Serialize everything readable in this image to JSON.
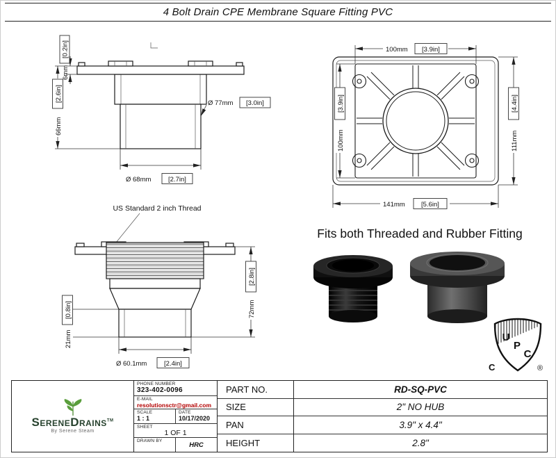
{
  "title": "4 Bolt Drain CPE Membrane Square Fitting PVC",
  "side_view": {
    "flange_mm": "6mm",
    "flange_in": "[0.2in]",
    "height_mm": "66mm",
    "height_in": "[2.6in]",
    "body_dia_mm": "Ø 77mm",
    "body_dia_in": "[3.0in]",
    "pipe_dia_mm": "Ø 68mm",
    "pipe_dia_in": "[2.7in]"
  },
  "top_view": {
    "width_mm": "100mm",
    "width_in": "[3.9in]",
    "height_mm": "100mm",
    "height_in": "[3.9in]",
    "outer_height_mm": "111mm",
    "outer_height_in": "[4.4in]",
    "outer_width_mm": "141mm",
    "outer_width_in": "[5.6in]"
  },
  "thread_view": {
    "thread_label": "US Standard 2 inch Thread",
    "total_height_mm": "72mm",
    "total_height_in": "[2.8in]",
    "pipe_height_mm": "21mm",
    "pipe_height_in": "[0.8in]",
    "pipe_dia_mm": "Ø 60.1mm",
    "pipe_dia_in": "[2.4in]"
  },
  "fitting_note": "Fits both Threaded and Rubber Fitting",
  "upc_logo": {
    "u": "U",
    "p": "P",
    "c": "C",
    "c_mark": "C",
    "r_mark": "®"
  },
  "colors": {
    "leaf_green": "#5a9e3c",
    "email_red": "#b30000",
    "brand_green": "#27422e"
  },
  "title_block": {
    "brand": "SereneDrains",
    "brand_tm": "TM",
    "brand_sub": "By Serene Steam",
    "phone_label": "PHONE NUMBER",
    "phone_value": "323-402-0096",
    "email_label": "E-MAIL",
    "email_value": "resolutionsctr@gmail.com",
    "scale_label": "SCALE",
    "scale_value": "1 : 1",
    "date_label": "DATE",
    "date_value": "10/17/2020",
    "sheet_label": "SHEET",
    "sheet_value": "1 OF 1",
    "drawn_label": "DRAWN BY",
    "drawn_value": "HRC",
    "part_no_label": "PART NO.",
    "part_no_value": "RD-SQ-PVC",
    "size_label": "SIZE",
    "size_value": "2\" NO HUB",
    "pan_label": "PAN",
    "pan_value": "3.9\" x 4.4\"",
    "height_label": "HEIGHT",
    "height_value": "2.8\""
  }
}
